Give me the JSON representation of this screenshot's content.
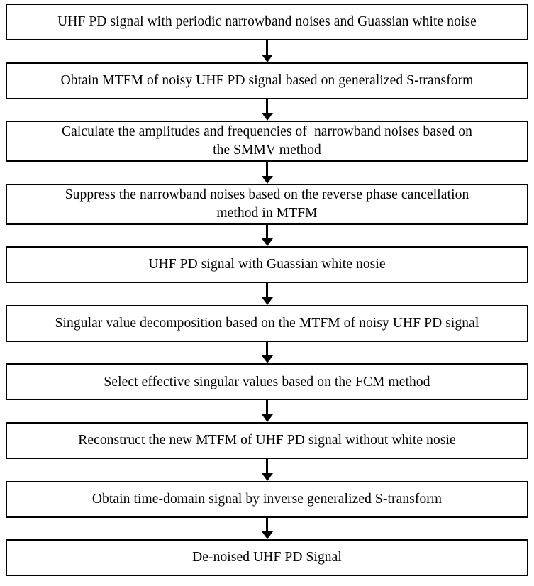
{
  "diagram": {
    "title": "UHF PD signal de-noising procedure flowchart",
    "orientation": "top-to-bottom",
    "background_color": "#ffffff",
    "line_color": "#000000",
    "text_color": "#000000",
    "nodes": [
      {
        "id": "n1",
        "shape": "rectangle",
        "lines": 1,
        "text": "UHF PD signal with periodic narrowband noises and Guassian white noise"
      },
      {
        "id": "n2",
        "shape": "rectangle",
        "lines": 1,
        "text": "Obtain MTFM of noisy UHF PD signal based on generalized S-transform"
      },
      {
        "id": "n3",
        "shape": "rectangle",
        "lines": 2,
        "text": "Calculate the amplitudes and frequencies of  narrowband noises based on\nthe SMMV method"
      },
      {
        "id": "n4",
        "shape": "rectangle",
        "lines": 2,
        "text": "Suppress the narrowband noises based on the reverse phase cancellation\nmethod in MTFM"
      },
      {
        "id": "n5",
        "shape": "rectangle",
        "lines": 1,
        "text": "UHF PD signal with Guassian white nosie"
      },
      {
        "id": "n6",
        "shape": "rectangle",
        "lines": 1,
        "text": "Singular value decomposition based on the MTFM of noisy UHF PD signal"
      },
      {
        "id": "n7",
        "shape": "rectangle",
        "lines": 1,
        "text": "Select effective singular values based on the FCM method"
      },
      {
        "id": "n8",
        "shape": "rectangle",
        "lines": 1,
        "text": "Reconstruct the new MTFM of UHF PD signal without white nosie"
      },
      {
        "id": "n9",
        "shape": "rectangle",
        "lines": 1,
        "text": "Obtain time-domain signal by inverse generalized S-transform"
      },
      {
        "id": "n10",
        "shape": "rectangle",
        "lines": 1,
        "text": "De-noised UHF PD Signal"
      }
    ],
    "edges": [
      {
        "id": "e1",
        "from": "n1",
        "to": "n2",
        "marker": "arrowhead-down"
      },
      {
        "id": "e2",
        "from": "n2",
        "to": "n3",
        "marker": "arrowhead-down"
      },
      {
        "id": "e3",
        "from": "n3",
        "to": "n4",
        "marker": "arrowhead-down"
      },
      {
        "id": "e4",
        "from": "n4",
        "to": "n5",
        "marker": "arrowhead-down"
      },
      {
        "id": "e5",
        "from": "n5",
        "to": "n6",
        "marker": "arrowhead-down"
      },
      {
        "id": "e6",
        "from": "n6",
        "to": "n7",
        "marker": "arrowhead-down"
      },
      {
        "id": "e7",
        "from": "n7",
        "to": "n8",
        "marker": "arrowhead-down"
      },
      {
        "id": "e8",
        "from": "n8",
        "to": "n9",
        "marker": "arrowhead-down"
      },
      {
        "id": "e9",
        "from": "n9",
        "to": "n10",
        "marker": "arrowhead-down"
      }
    ]
  }
}
